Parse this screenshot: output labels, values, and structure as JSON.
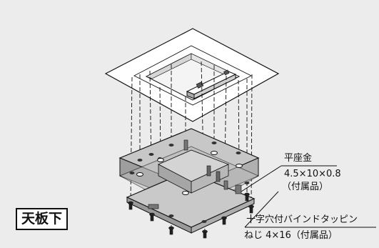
{
  "washer_callout": {
    "name": "平座金",
    "spec": "4.5×10×0.8",
    "note": "（付属品）"
  },
  "screw_callout": {
    "name": "十字穴付バインドタッピン",
    "spec": "ねじ 4×16（付属品）"
  },
  "position_label": "天板下",
  "colors": {
    "background": "#ececec",
    "ceiling_panel": "#ffffff",
    "mounting_plate": "#b8b8b8",
    "outline": "#111111"
  }
}
